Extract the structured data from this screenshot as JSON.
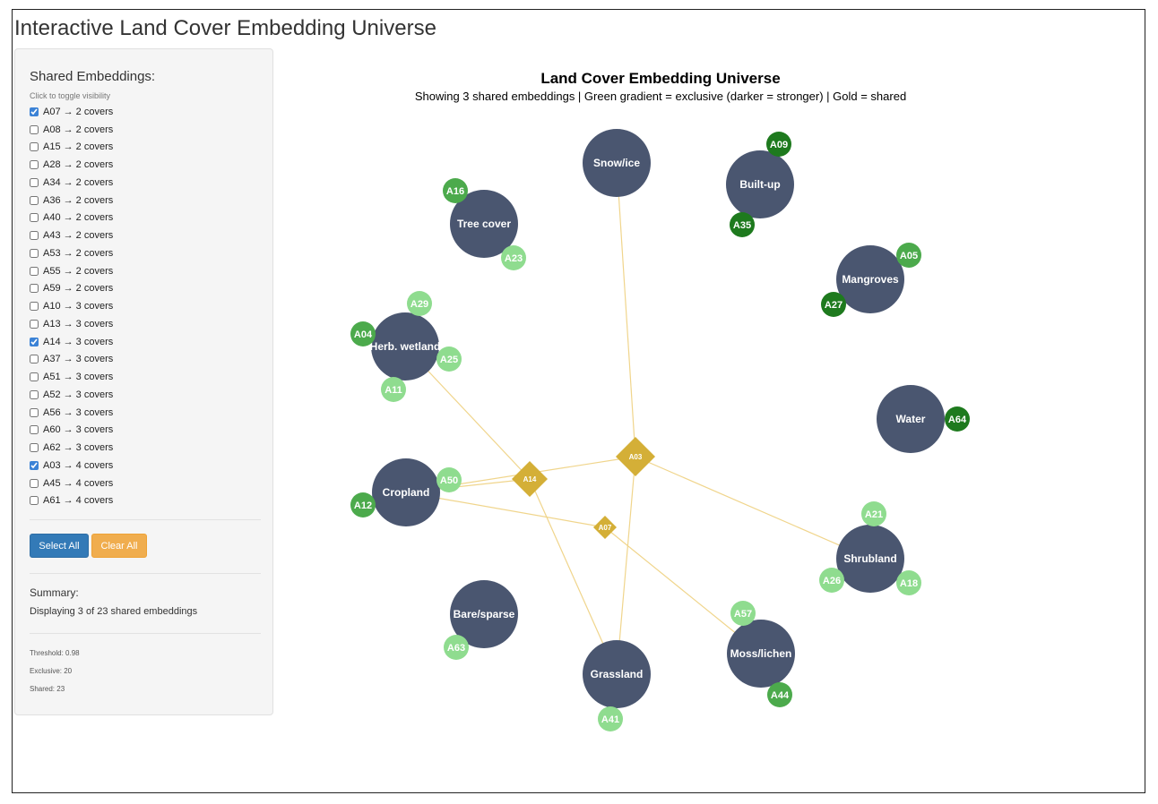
{
  "page": {
    "title": "Interactive Land Cover Embedding Universe"
  },
  "sidebar": {
    "heading": "Shared Embeddings:",
    "hint": "Click to toggle visibility",
    "items": [
      {
        "label": "A07 → 2 covers",
        "checked": true
      },
      {
        "label": "A08 → 2 covers",
        "checked": false
      },
      {
        "label": "A15 → 2 covers",
        "checked": false
      },
      {
        "label": "A28 → 2 covers",
        "checked": false
      },
      {
        "label": "A34 → 2 covers",
        "checked": false
      },
      {
        "label": "A36 → 2 covers",
        "checked": false
      },
      {
        "label": "A40 → 2 covers",
        "checked": false
      },
      {
        "label": "A43 → 2 covers",
        "checked": false
      },
      {
        "label": "A53 → 2 covers",
        "checked": false
      },
      {
        "label": "A55 → 2 covers",
        "checked": false
      },
      {
        "label": "A59 → 2 covers",
        "checked": false
      },
      {
        "label": "A10 → 3 covers",
        "checked": false
      },
      {
        "label": "A13 → 3 covers",
        "checked": false
      },
      {
        "label": "A14 → 3 covers",
        "checked": true
      },
      {
        "label": "A37 → 3 covers",
        "checked": false
      },
      {
        "label": "A51 → 3 covers",
        "checked": false
      },
      {
        "label": "A52 → 3 covers",
        "checked": false
      },
      {
        "label": "A56 → 3 covers",
        "checked": false
      },
      {
        "label": "A60 → 3 covers",
        "checked": false
      },
      {
        "label": "A62 → 3 covers",
        "checked": false
      },
      {
        "label": "A03 → 4 covers",
        "checked": true
      },
      {
        "label": "A45 → 4 covers",
        "checked": false
      },
      {
        "label": "A61 → 4 covers",
        "checked": false
      }
    ],
    "select_all_label": "Select All",
    "clear_all_label": "Clear All",
    "summary_label": "Summary:",
    "summary_text": "Displaying 3 of 23 shared embeddings",
    "threshold": "Threshold: 0.98",
    "exclusive": "Exclusive: 20",
    "shared": "Shared: 23"
  },
  "colors": {
    "land_cover_node": "#4a5670",
    "shared_embedding": "#d4af37",
    "shared_link": "#f0d58c",
    "exclusive_strong": "#1e7a1e",
    "exclusive_medium": "#4caa4c",
    "exclusive_light": "#8fdc8f",
    "select_button": "#337ab7",
    "clear_button": "#f0ad4e"
  },
  "graph": {
    "title": "Land Cover Embedding Universe",
    "subtitle": "Showing 3 shared embeddings | Green gradient = exclusive (darker = stronger) | Gold = shared",
    "land_covers": [
      {
        "id": "snow",
        "label": "Snow/ice"
      },
      {
        "id": "builtup",
        "label": "Built-up"
      },
      {
        "id": "tree",
        "label": "Tree cover"
      },
      {
        "id": "mangroves",
        "label": "Mangroves"
      },
      {
        "id": "herb",
        "label": "Herb. wetland"
      },
      {
        "id": "water",
        "label": "Water"
      },
      {
        "id": "cropland",
        "label": "Cropland"
      },
      {
        "id": "shrubland",
        "label": "Shrubland"
      },
      {
        "id": "bare",
        "label": "Bare/sparse"
      },
      {
        "id": "grassland",
        "label": "Grassland"
      },
      {
        "id": "moss",
        "label": "Moss/lichen"
      }
    ],
    "exclusive_embeddings": [
      {
        "label": "A09",
        "cover": "builtup",
        "strength": "strong"
      },
      {
        "label": "A35",
        "cover": "builtup",
        "strength": "strong"
      },
      {
        "label": "A16",
        "cover": "tree",
        "strength": "medium"
      },
      {
        "label": "A23",
        "cover": "tree",
        "strength": "light"
      },
      {
        "label": "A05",
        "cover": "mangroves",
        "strength": "medium"
      },
      {
        "label": "A27",
        "cover": "mangroves",
        "strength": "strong"
      },
      {
        "label": "A29",
        "cover": "herb",
        "strength": "light"
      },
      {
        "label": "A04",
        "cover": "herb",
        "strength": "medium"
      },
      {
        "label": "A25",
        "cover": "herb",
        "strength": "light"
      },
      {
        "label": "A11",
        "cover": "herb",
        "strength": "light"
      },
      {
        "label": "A64",
        "cover": "water",
        "strength": "strong"
      },
      {
        "label": "A50",
        "cover": "cropland",
        "strength": "light"
      },
      {
        "label": "A12",
        "cover": "cropland",
        "strength": "medium"
      },
      {
        "label": "A21",
        "cover": "shrubland",
        "strength": "light"
      },
      {
        "label": "A26",
        "cover": "shrubland",
        "strength": "light"
      },
      {
        "label": "A18",
        "cover": "shrubland",
        "strength": "light"
      },
      {
        "label": "A63",
        "cover": "bare",
        "strength": "light"
      },
      {
        "label": "A57",
        "cover": "moss",
        "strength": "light"
      },
      {
        "label": "A44",
        "cover": "moss",
        "strength": "medium"
      },
      {
        "label": "A41",
        "cover": "grassland",
        "strength": "light"
      }
    ],
    "shared_embeddings": [
      {
        "label": "A03",
        "covers": [
          "snow",
          "cropland",
          "shrubland",
          "grassland"
        ]
      },
      {
        "label": "A14",
        "covers": [
          "herb",
          "cropland",
          "grassland"
        ]
      },
      {
        "label": "A07",
        "covers": [
          "cropland",
          "moss"
        ]
      }
    ]
  }
}
